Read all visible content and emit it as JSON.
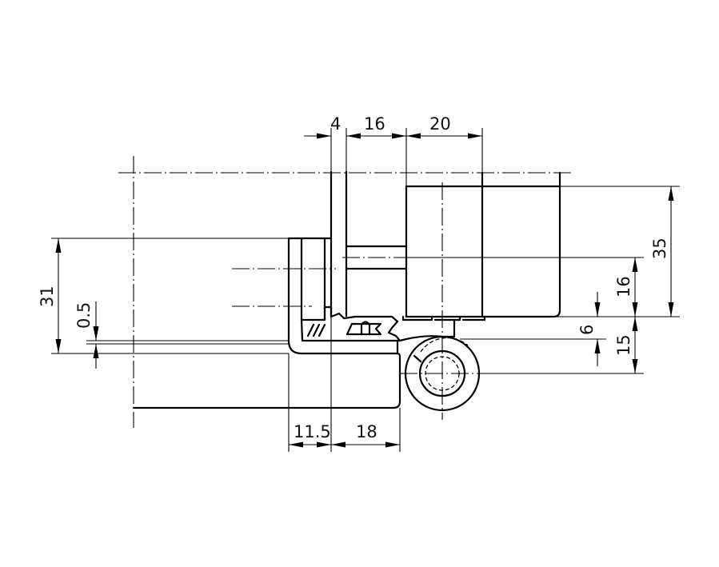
{
  "drawing": {
    "type": "technical-drawing",
    "subject": "hinge cross-section",
    "line_color": "#000000",
    "background": "#ffffff"
  },
  "dimensions": {
    "top": [
      {
        "id": "dim-top-4",
        "label": "4"
      },
      {
        "id": "dim-top-16",
        "label": "16"
      },
      {
        "id": "dim-top-20",
        "label": "20"
      }
    ],
    "left": [
      {
        "id": "dim-left-31",
        "label": "31"
      },
      {
        "id": "dim-left-0-5",
        "label": "0.5"
      }
    ],
    "right": [
      {
        "id": "dim-right-35",
        "label": "35"
      },
      {
        "id": "dim-right-16",
        "label": "16"
      },
      {
        "id": "dim-right-6",
        "label": "6"
      },
      {
        "id": "dim-right-15",
        "label": "15"
      }
    ],
    "bottom": [
      {
        "id": "dim-bottom-11-5",
        "label": "11.5"
      },
      {
        "id": "dim-bottom-18",
        "label": "18"
      }
    ]
  }
}
